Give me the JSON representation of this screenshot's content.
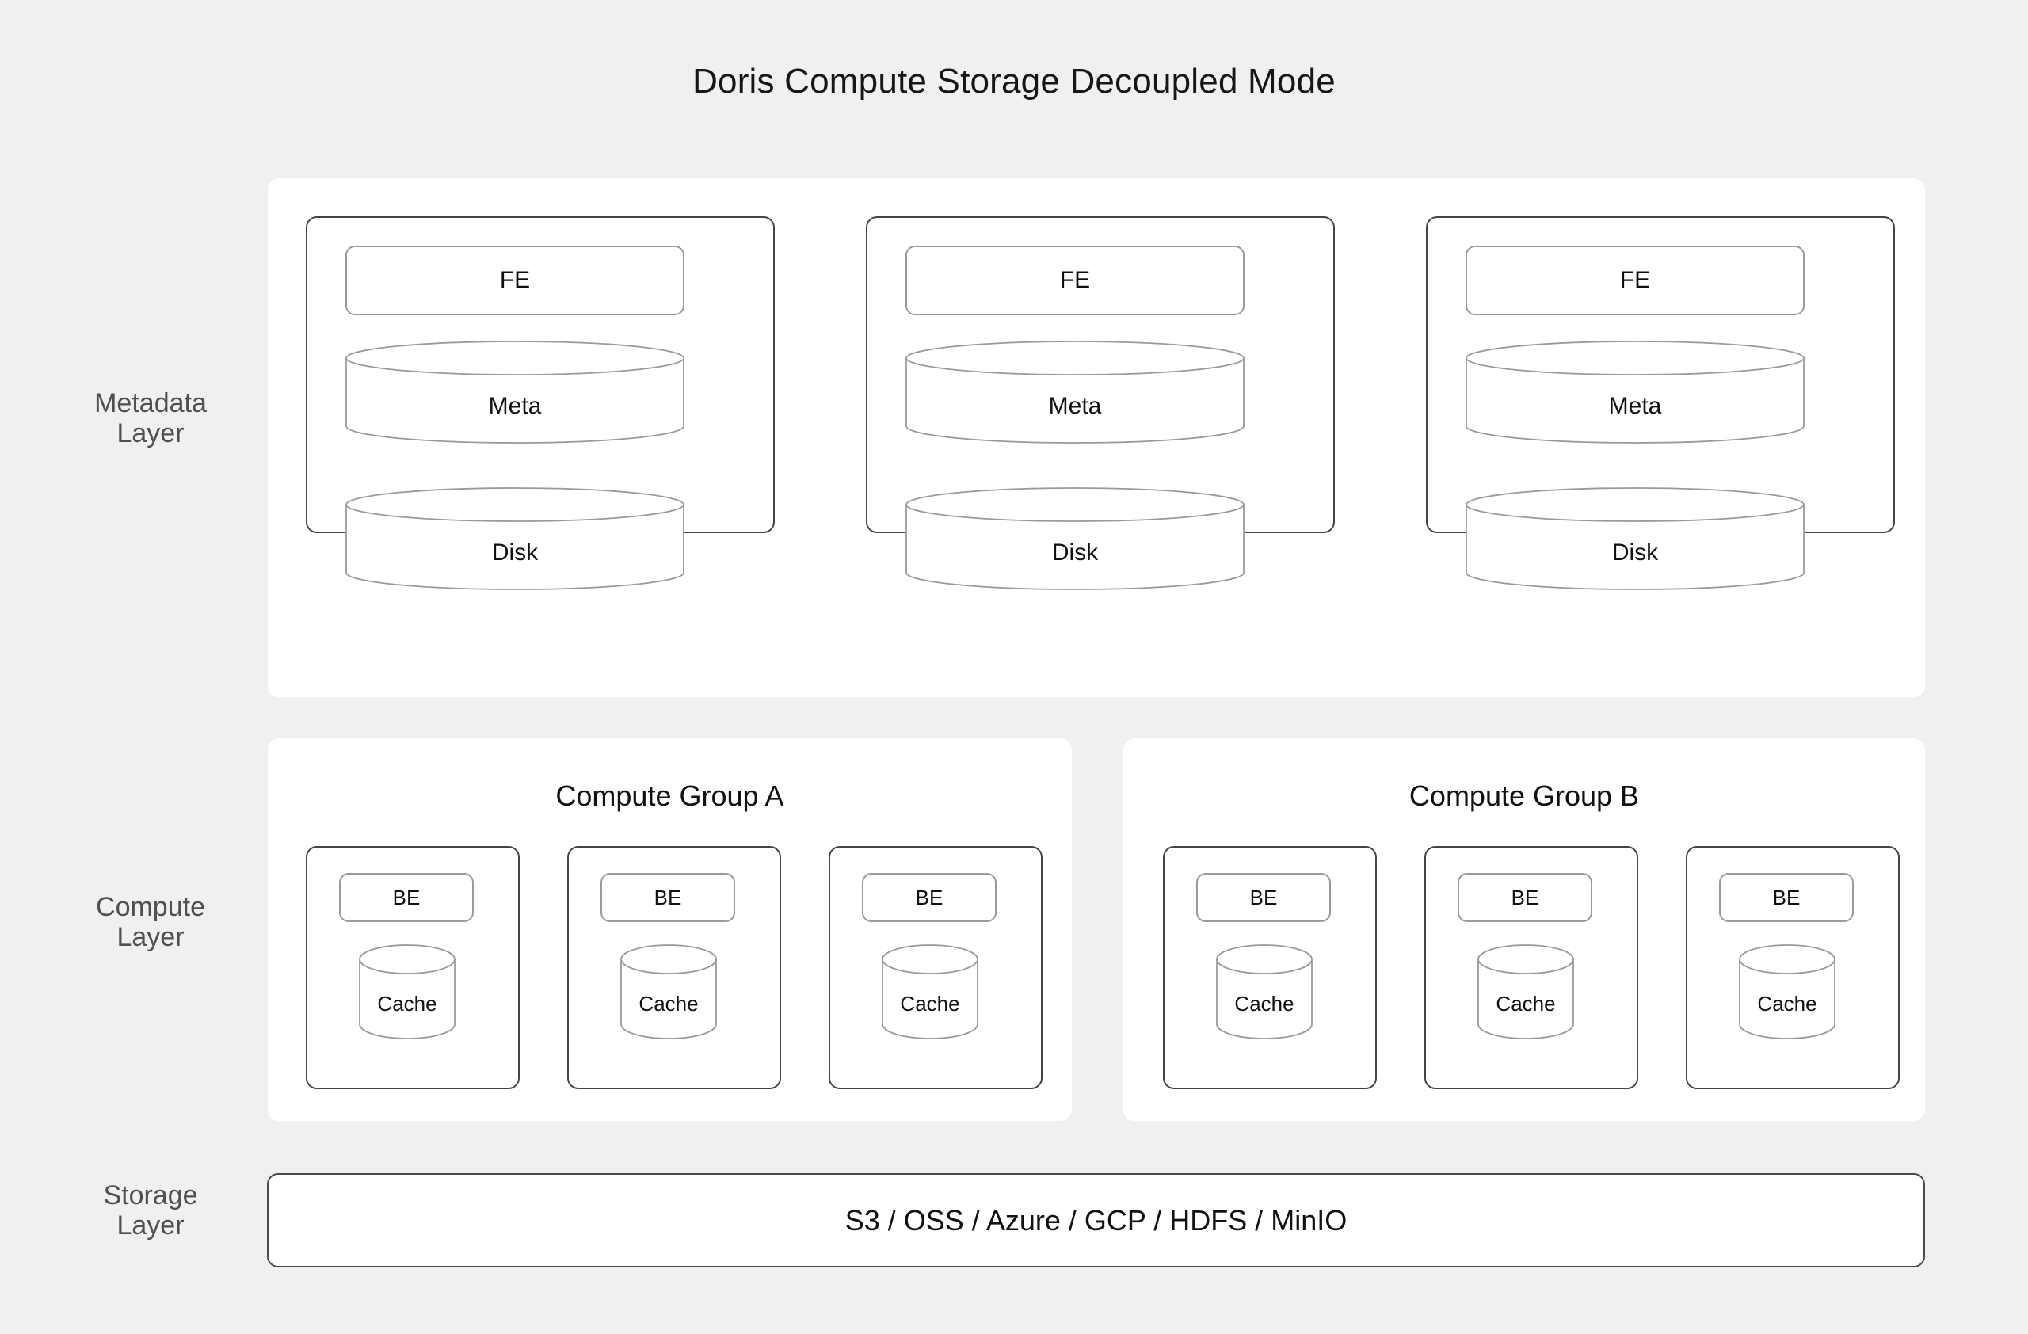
{
  "title": "Doris Compute Storage Decoupled Mode",
  "colors": {
    "background": "#f0f0f1",
    "panel": "#ffffff",
    "node_border": "#454545",
    "inner_border": "#9a9a9a",
    "label_text": "#4f4f4f",
    "body_text": "#111111"
  },
  "layers": {
    "metadata": {
      "label_line1": "Metadata",
      "label_line2": "Layer",
      "nodes": [
        {
          "service": "FE",
          "stores": [
            {
              "name": "Meta"
            },
            {
              "name": "Disk"
            }
          ]
        },
        {
          "service": "FE",
          "stores": [
            {
              "name": "Meta"
            },
            {
              "name": "Disk"
            }
          ]
        },
        {
          "service": "FE",
          "stores": [
            {
              "name": "Meta"
            },
            {
              "name": "Disk"
            }
          ]
        }
      ]
    },
    "compute": {
      "label_line1": "Compute",
      "label_line2": "Layer",
      "groups": [
        {
          "title": "Compute Group A",
          "nodes": [
            {
              "service": "BE",
              "store": "Cache"
            },
            {
              "service": "BE",
              "store": "Cache"
            },
            {
              "service": "BE",
              "store": "Cache"
            }
          ]
        },
        {
          "title": "Compute Group B",
          "nodes": [
            {
              "service": "BE",
              "store": "Cache"
            },
            {
              "service": "BE",
              "store": "Cache"
            },
            {
              "service": "BE",
              "store": "Cache"
            }
          ]
        }
      ]
    },
    "storage": {
      "label_line1": "Storage",
      "label_line2": "Layer",
      "backends_text": "S3 / OSS / Azure / GCP / HDFS / MinIO",
      "backends": [
        "S3",
        "OSS",
        "Azure",
        "GCP",
        "HDFS",
        "MinIO"
      ]
    }
  }
}
